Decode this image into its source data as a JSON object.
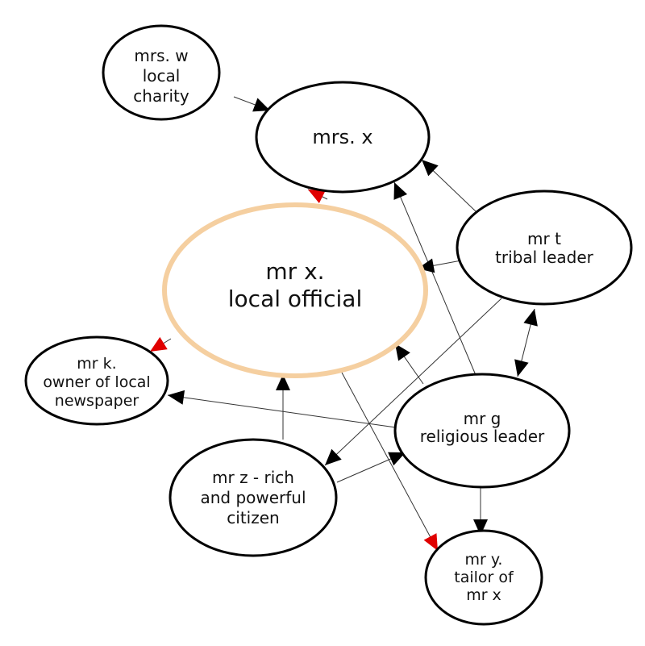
{
  "nodes": [
    {
      "id": "mrs-w",
      "lines": [
        "mrs. w",
        "local",
        "charity"
      ]
    },
    {
      "id": "mrs-x",
      "lines": [
        "mrs. x"
      ]
    },
    {
      "id": "mr-x",
      "lines": [
        "mr x.",
        "local official"
      ]
    },
    {
      "id": "mr-t",
      "lines": [
        "mr t",
        "tribal leader"
      ]
    },
    {
      "id": "mr-k",
      "lines": [
        "mr k.",
        "owner of local",
        "newspaper"
      ]
    },
    {
      "id": "mr-g",
      "lines": [
        "mr g",
        "religious leader"
      ]
    },
    {
      "id": "mr-z",
      "lines": [
        "mr z - rich",
        "and powerful",
        "citizen"
      ]
    },
    {
      "id": "mr-y",
      "lines": [
        "mr y.",
        "tailor of",
        "mr x"
      ]
    }
  ],
  "edges": [
    {
      "from": "mrs-w",
      "to": "mrs-x",
      "color": "black"
    },
    {
      "from": "mr-x",
      "to": "mrs-x",
      "color": "red"
    },
    {
      "from": "mr-t",
      "to": "mrs-x",
      "color": "black"
    },
    {
      "from": "mr-t",
      "to": "mr-x",
      "color": "black"
    },
    {
      "from": "mr-t",
      "to": "mr-z",
      "color": "black"
    },
    {
      "from": "mr-t",
      "to": "mr-g",
      "color": "black",
      "bidirectional": true
    },
    {
      "from": "mr-g",
      "to": "mrs-x",
      "color": "black"
    },
    {
      "from": "mr-g",
      "to": "mr-x",
      "color": "black"
    },
    {
      "from": "mr-g",
      "to": "mr-k",
      "color": "black"
    },
    {
      "from": "mr-g",
      "to": "mr-y",
      "color": "black"
    },
    {
      "from": "mr-z",
      "to": "mr-x",
      "color": "black"
    },
    {
      "from": "mr-z",
      "to": "mr-g",
      "color": "black"
    },
    {
      "from": "mr-x",
      "to": "mr-k",
      "color": "red"
    },
    {
      "from": "mr-x",
      "to": "mr-y",
      "color": "red"
    }
  ],
  "colors": {
    "node_stroke": "#000000",
    "center_stroke": "#f5cfa0",
    "arrow_black": "#000000",
    "arrow_red": "#e00000"
  }
}
